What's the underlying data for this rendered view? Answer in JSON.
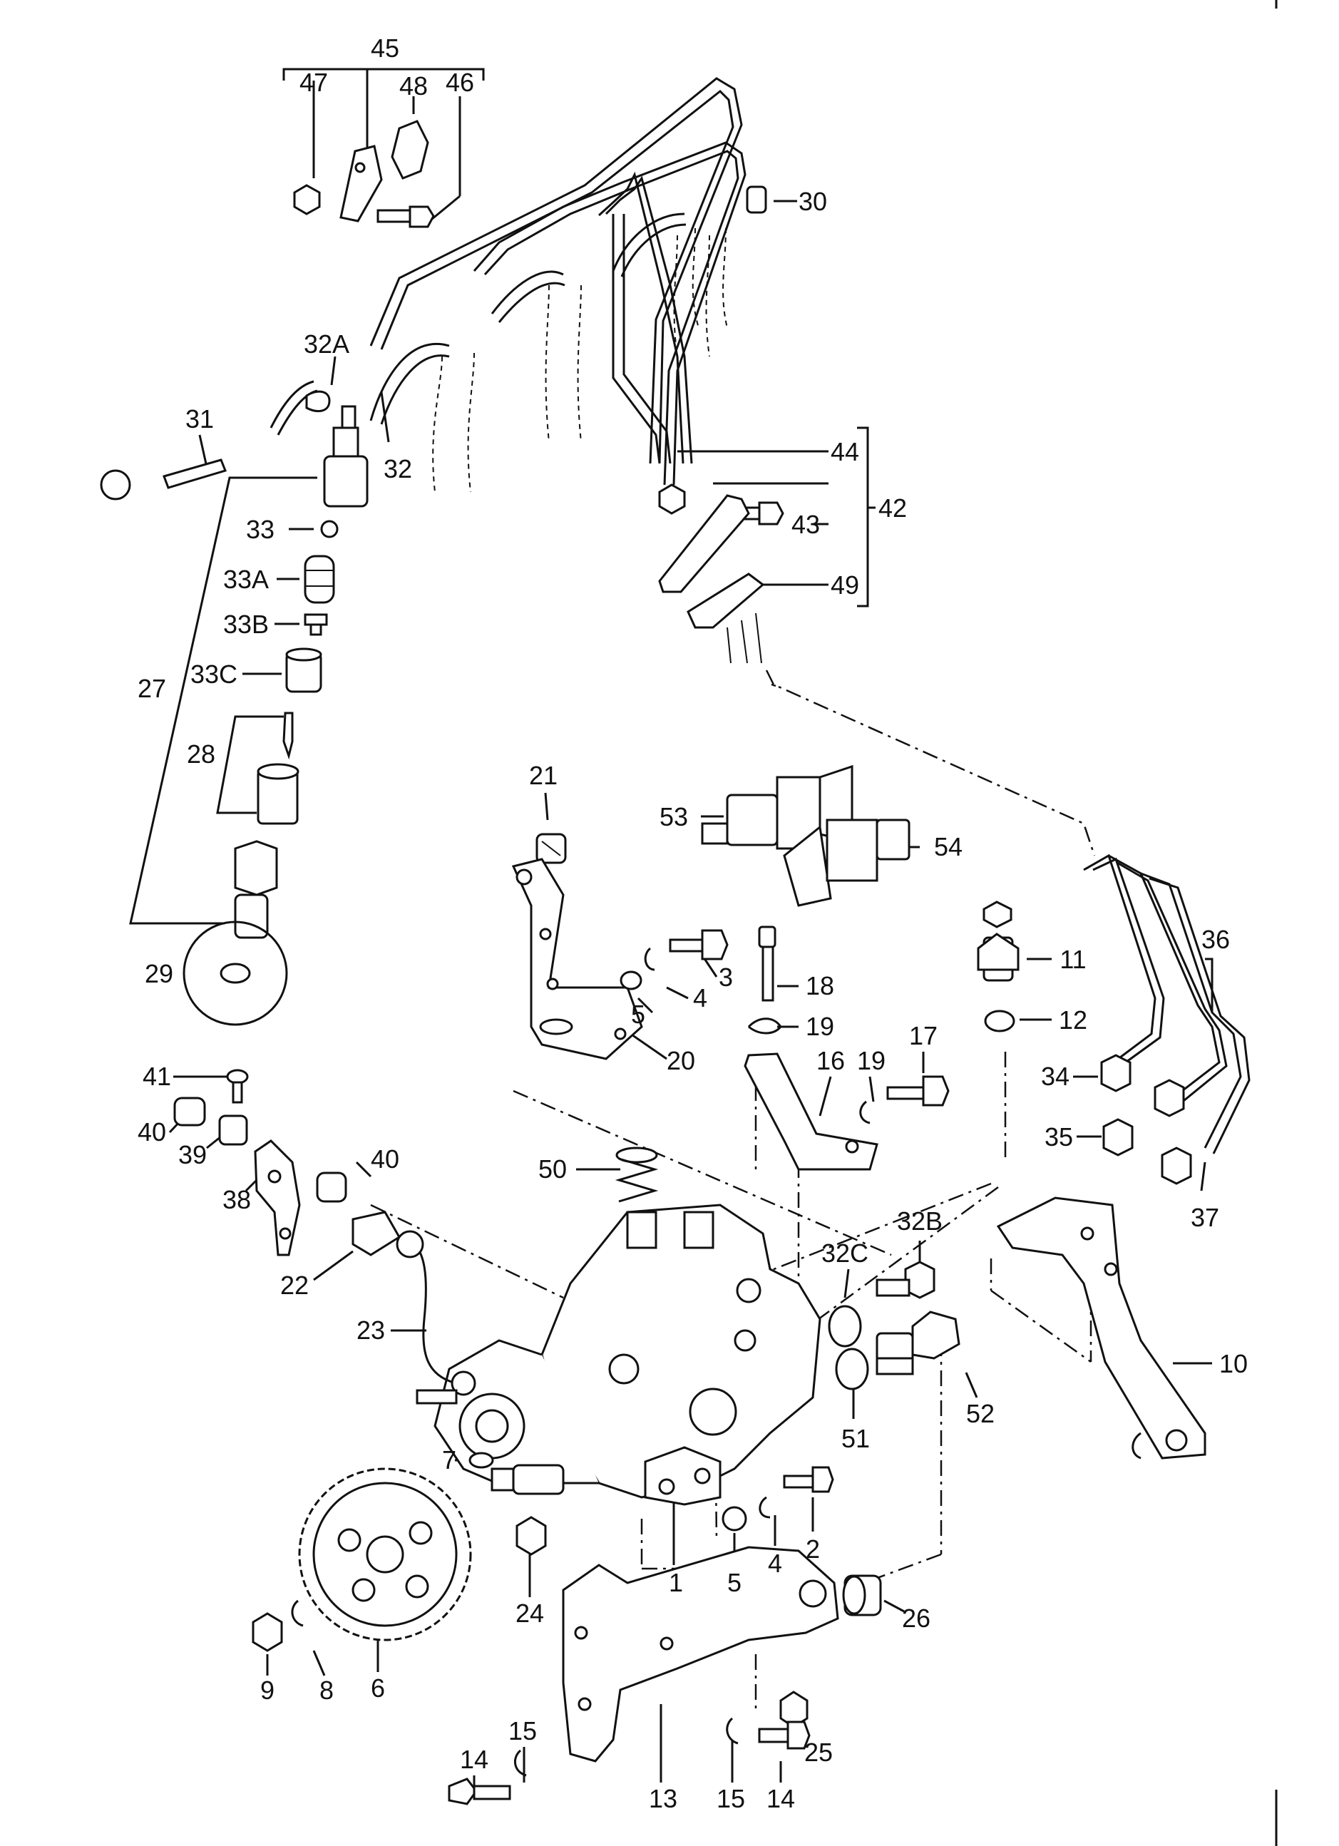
{
  "callouts": [
    {
      "id": "c45",
      "text": "45"
    },
    {
      "id": "c47",
      "text": "47"
    },
    {
      "id": "c48",
      "text": "48"
    },
    {
      "id": "c46",
      "text": "46"
    },
    {
      "id": "c30",
      "text": "30"
    },
    {
      "id": "c32A",
      "text": "32A"
    },
    {
      "id": "c31",
      "text": "31"
    },
    {
      "id": "c32",
      "text": "32"
    },
    {
      "id": "c44",
      "text": "44"
    },
    {
      "id": "c43",
      "text": "43"
    },
    {
      "id": "c42",
      "text": "42"
    },
    {
      "id": "c49",
      "text": "49"
    },
    {
      "id": "c33",
      "text": "33"
    },
    {
      "id": "c33A",
      "text": "33A"
    },
    {
      "id": "c33B",
      "text": "33B"
    },
    {
      "id": "c33C",
      "text": "33C"
    },
    {
      "id": "c27",
      "text": "27"
    },
    {
      "id": "c28",
      "text": "28"
    },
    {
      "id": "c29",
      "text": "29"
    },
    {
      "id": "c21",
      "text": "21"
    },
    {
      "id": "c53",
      "text": "53"
    },
    {
      "id": "c54",
      "text": "54"
    },
    {
      "id": "c3",
      "text": "3"
    },
    {
      "id": "c4a",
      "text": "4"
    },
    {
      "id": "c5a",
      "text": "5"
    },
    {
      "id": "c20",
      "text": "20"
    },
    {
      "id": "c18",
      "text": "18"
    },
    {
      "id": "c19a",
      "text": "19"
    },
    {
      "id": "c11",
      "text": "11"
    },
    {
      "id": "c12",
      "text": "12"
    },
    {
      "id": "c36",
      "text": "36"
    },
    {
      "id": "c41",
      "text": "41"
    },
    {
      "id": "c40a",
      "text": "40"
    },
    {
      "id": "c39",
      "text": "39"
    },
    {
      "id": "c38",
      "text": "38"
    },
    {
      "id": "c40b",
      "text": "40"
    },
    {
      "id": "c16",
      "text": "16"
    },
    {
      "id": "c19b",
      "text": "19"
    },
    {
      "id": "c17",
      "text": "17"
    },
    {
      "id": "c34",
      "text": "34"
    },
    {
      "id": "c35",
      "text": "35"
    },
    {
      "id": "c37",
      "text": "37"
    },
    {
      "id": "c50",
      "text": "50"
    },
    {
      "id": "c22",
      "text": "22"
    },
    {
      "id": "c32B",
      "text": "32B"
    },
    {
      "id": "c32C",
      "text": "32C"
    },
    {
      "id": "c23",
      "text": "23"
    },
    {
      "id": "c10",
      "text": "10"
    },
    {
      "id": "c51",
      "text": "51"
    },
    {
      "id": "c52",
      "text": "52"
    },
    {
      "id": "c7",
      "text": "7"
    },
    {
      "id": "c2",
      "text": "2"
    },
    {
      "id": "c4b",
      "text": "4"
    },
    {
      "id": "c1",
      "text": "1"
    },
    {
      "id": "c5b",
      "text": "5"
    },
    {
      "id": "c24",
      "text": "24"
    },
    {
      "id": "c26",
      "text": "26"
    },
    {
      "id": "c9",
      "text": "9"
    },
    {
      "id": "c8",
      "text": "8"
    },
    {
      "id": "c6",
      "text": "6"
    },
    {
      "id": "c25",
      "text": "25"
    },
    {
      "id": "c15a",
      "text": "15"
    },
    {
      "id": "c14a",
      "text": "14"
    },
    {
      "id": "c13",
      "text": "13"
    },
    {
      "id": "c15b",
      "text": "15"
    },
    {
      "id": "c14b",
      "text": "14"
    }
  ]
}
